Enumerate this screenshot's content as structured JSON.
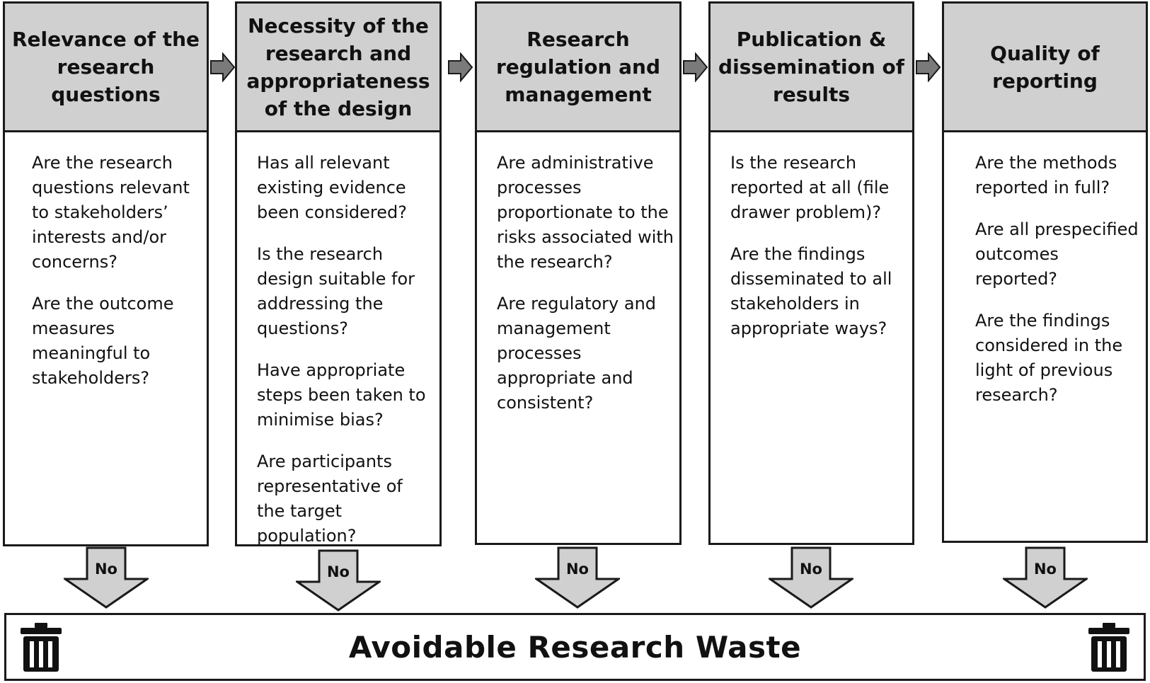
{
  "stages": [
    {
      "title": "Relevance of the research questions",
      "questions": [
        "Are the research questions relevant to stakeholders’ interests and/or concerns?",
        "Are the outcome measures meaningful to stakeholders?"
      ]
    },
    {
      "title": "Necessity of the research and appropriateness of the design",
      "questions": [
        "Has all relevant existing evidence been considered?",
        "Is the research design suitable for addressing the questions?",
        "Have appropriate steps been taken to minimise bias?",
        "Are participants representative of the target population?"
      ]
    },
    {
      "title": "Research regulation and management",
      "questions": [
        "Are administrative processes proportionate to the risks associated with the research?",
        "Are regulatory and management processes appropriate and consistent?"
      ]
    },
    {
      "title": "Publication & dissemination of results",
      "questions": [
        "Is the research reported at all (file drawer problem)?",
        "Are the findings disseminated to all stakeholders in appropriate ways?"
      ]
    },
    {
      "title": "Quality of reporting",
      "questions": [
        "Are the methods reported in full?",
        "Are all prespecified outcomes reported?",
        "Are the findings considered in the light of previous research?"
      ]
    }
  ],
  "no_labels": [
    "No",
    "No",
    "No",
    "No",
    "No"
  ],
  "waste": {
    "title": "Avoidable Research Waste",
    "left_icon": "trash-bin-icon",
    "right_icon": "trash-bin-icon"
  },
  "colors": {
    "header_fill": "#d0d0d0",
    "arrow_fill": "#7a7a7a",
    "down_arrow_fill": "#d0d0d0",
    "border": "#1a1a1a"
  }
}
